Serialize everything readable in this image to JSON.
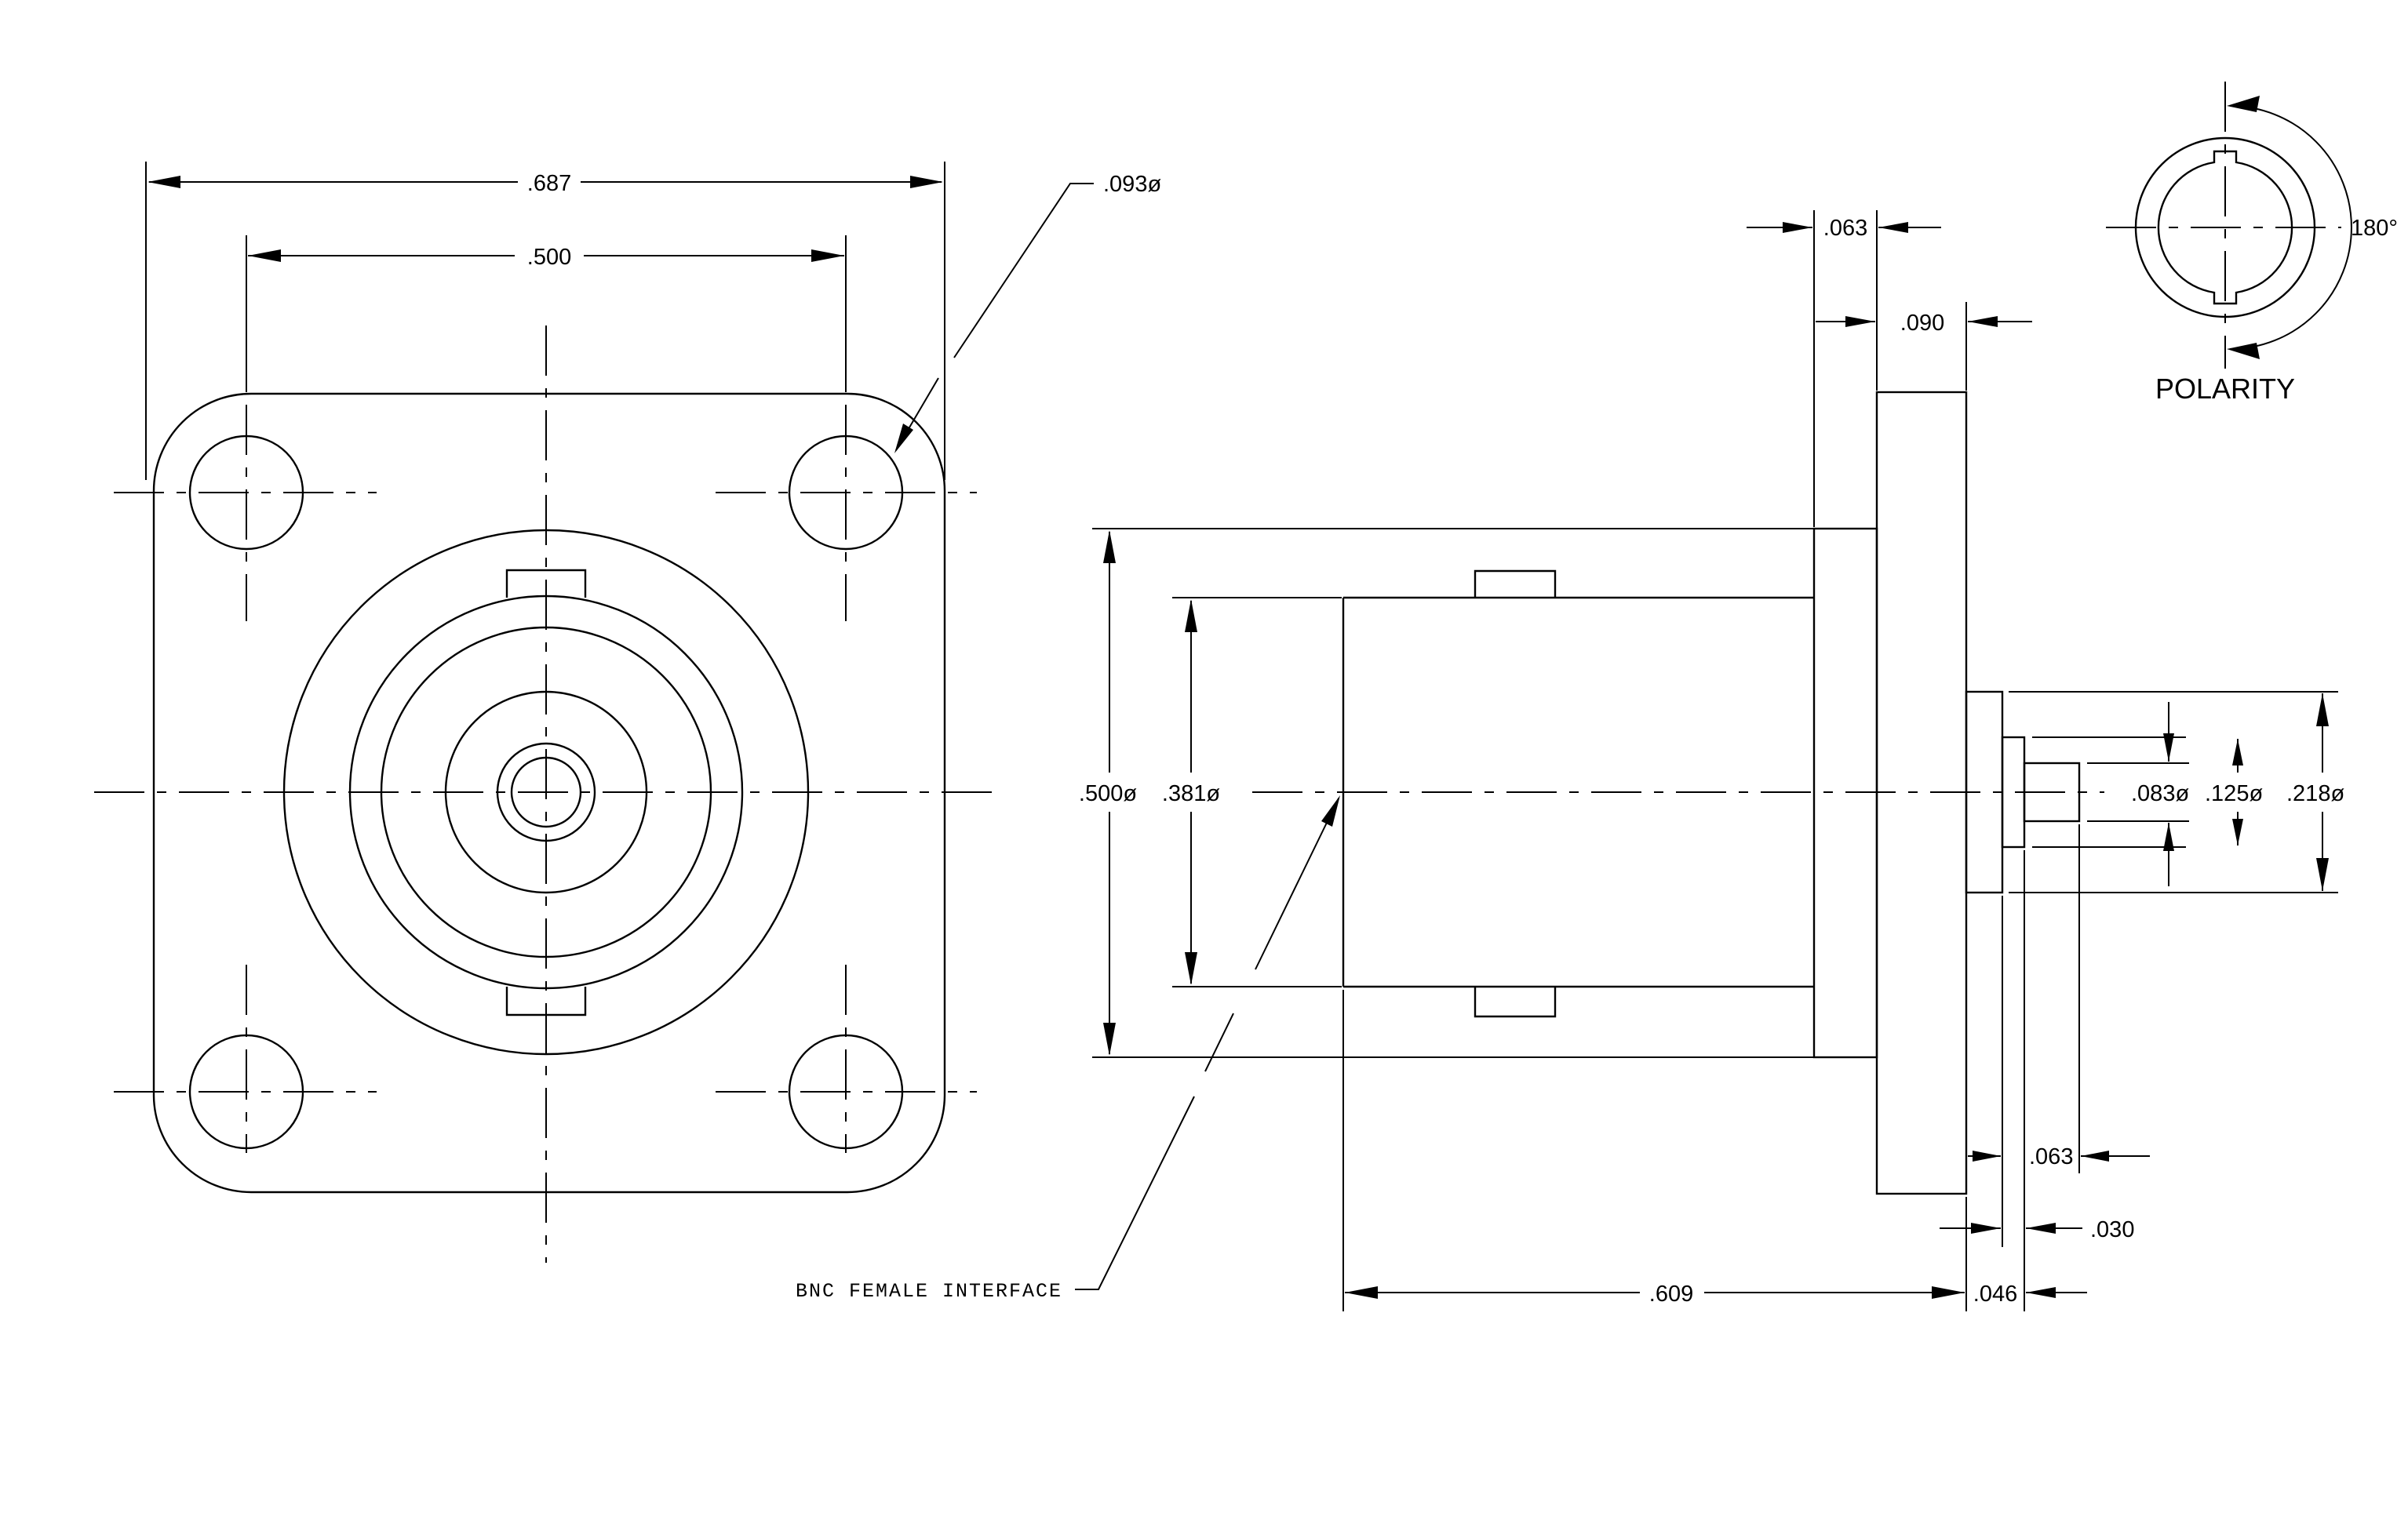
{
  "front_view": {
    "overall_width_label": ".687",
    "hole_spacing_label": ".500",
    "hole_diameter_label": ".093ø"
  },
  "side_view": {
    "flange_offset_label": ".063",
    "flange_thickness_label": ".090",
    "body_diameter_label": ".500ø",
    "bore_diameter_label": ".381ø",
    "pin_diameter_label": ".083ø",
    "pin_collar_diameter_label": ".125ø",
    "boss_diameter_label": ".218ø",
    "pin_length_label": ".063",
    "collar_thickness_label": ".030",
    "body_length_label": ".609",
    "boss_thickness_label": ".046"
  },
  "polarity": {
    "angle_label": "180°",
    "title": "POLARITY"
  },
  "callouts": {
    "interface_label": "BNC FEMALE INTERFACE"
  }
}
